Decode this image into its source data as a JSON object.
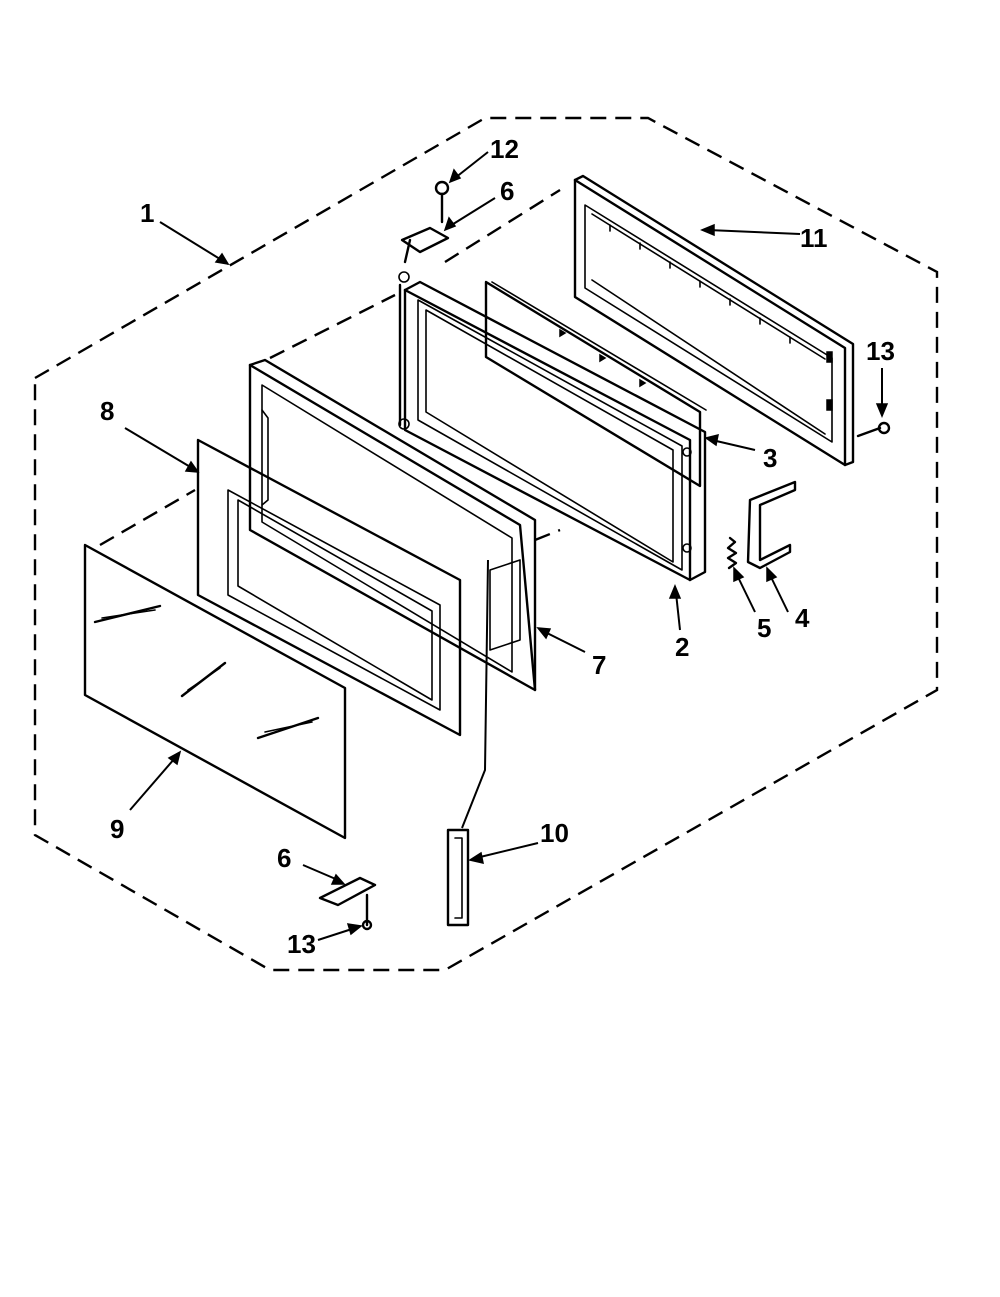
{
  "diagram": {
    "callouts": [
      {
        "id": "c1",
        "label": "1"
      },
      {
        "id": "c2",
        "label": "2"
      },
      {
        "id": "c3",
        "label": "3"
      },
      {
        "id": "c4",
        "label": "4"
      },
      {
        "id": "c5",
        "label": "5"
      },
      {
        "id": "c6a",
        "label": "6"
      },
      {
        "id": "c6b",
        "label": "6"
      },
      {
        "id": "c7",
        "label": "7"
      },
      {
        "id": "c8",
        "label": "8"
      },
      {
        "id": "c9",
        "label": "9"
      },
      {
        "id": "c10",
        "label": "10"
      },
      {
        "id": "c11",
        "label": "11"
      },
      {
        "id": "c12",
        "label": "12"
      },
      {
        "id": "c13a",
        "label": "13"
      },
      {
        "id": "c13b",
        "label": "13"
      }
    ]
  }
}
